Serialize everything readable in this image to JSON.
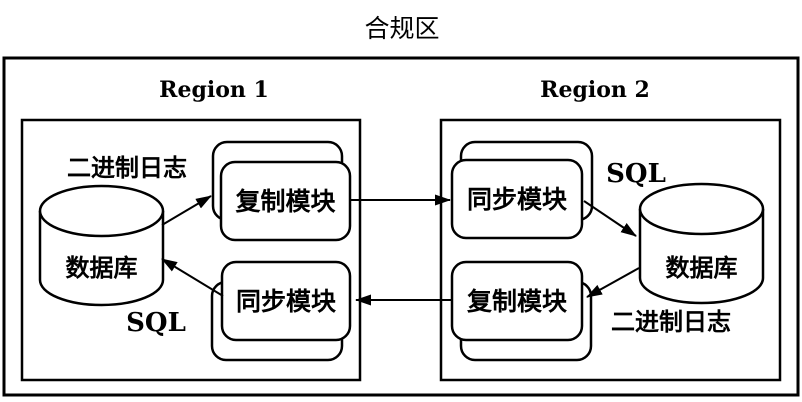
{
  "title": "合规区",
  "regions": [
    {
      "name": "Region 1",
      "database_label": "数据库",
      "top_module": "复制模块",
      "bottom_module": "同步模块",
      "binlog_label": "二进制日志",
      "sql_label": "SQL"
    },
    {
      "name": "Region 2",
      "database_label": "数据库",
      "top_module": "同步模块",
      "bottom_module": "复制模块",
      "binlog_label": "二进制日志",
      "sql_label": "SQL"
    }
  ],
  "flows": [
    {
      "from": "region1-database",
      "to": "region1-top-module",
      "label": "二进制日志"
    },
    {
      "from": "region1-bottom-module",
      "to": "region1-database",
      "label": "SQL"
    },
    {
      "from": "region1-top-module",
      "to": "region2-top-module",
      "label": ""
    },
    {
      "from": "region2-bottom-module",
      "to": "region1-bottom-module",
      "label": ""
    },
    {
      "from": "region2-top-module",
      "to": "region2-database",
      "label": "SQL"
    },
    {
      "from": "region2-database",
      "to": "region2-bottom-module",
      "label": "二进制日志"
    }
  ],
  "colors": {
    "ink": "#000000",
    "paper": "#ffffff"
  }
}
